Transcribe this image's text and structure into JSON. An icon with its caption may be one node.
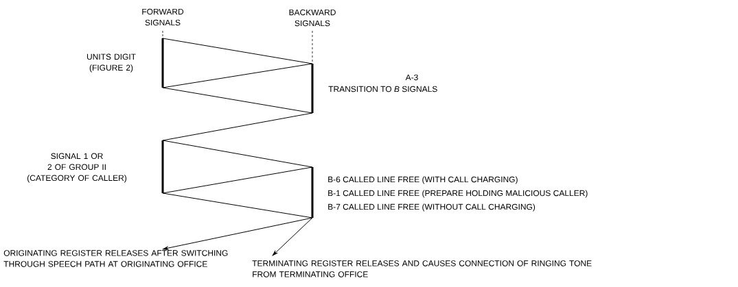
{
  "diagram": {
    "nodes": [
      {
        "text": [
          "ORIGINATING REGISTER RELEASES AFTER SWITCHING THROUGH SPEECH PATH AT ORIGINATING OFFICE"
        ]
      },
      {
        "text": [
          "TERMINATING REGISTER RELEASES AND CAUSES CONNECTION OF RINGING TONE FROM TERMINATING OFFICE"
        ]
      }
    ],
    "edges": [
      {
        "from": null,
        "to": 0,
        "arrow": "to"
      },
      {
        "from": null,
        "to": 1,
        "arrow": "to"
      }
    ],
    "labels": [
      "FORWARD SIGNALS",
      "BACKWARD SIGNALS",
      "UNITS DIGIT (FIGURE 2)",
      "A-3",
      "TRANSITION TO *B* SIGNALS",
      "SIGNAL 1 OR 2 OF GROUP II (CATEGORY OF CALLER)",
      "B-6 CALLED LINE FREE (WITH CALL CHARGING)",
      "B-1 CALLED LINE FREE (PREPARE HOLDING MALICIOUS CALLER)",
      "B-7 CALLED LINE FREE (WITHOUT CALL CHARGING)"
    ]
  }
}
